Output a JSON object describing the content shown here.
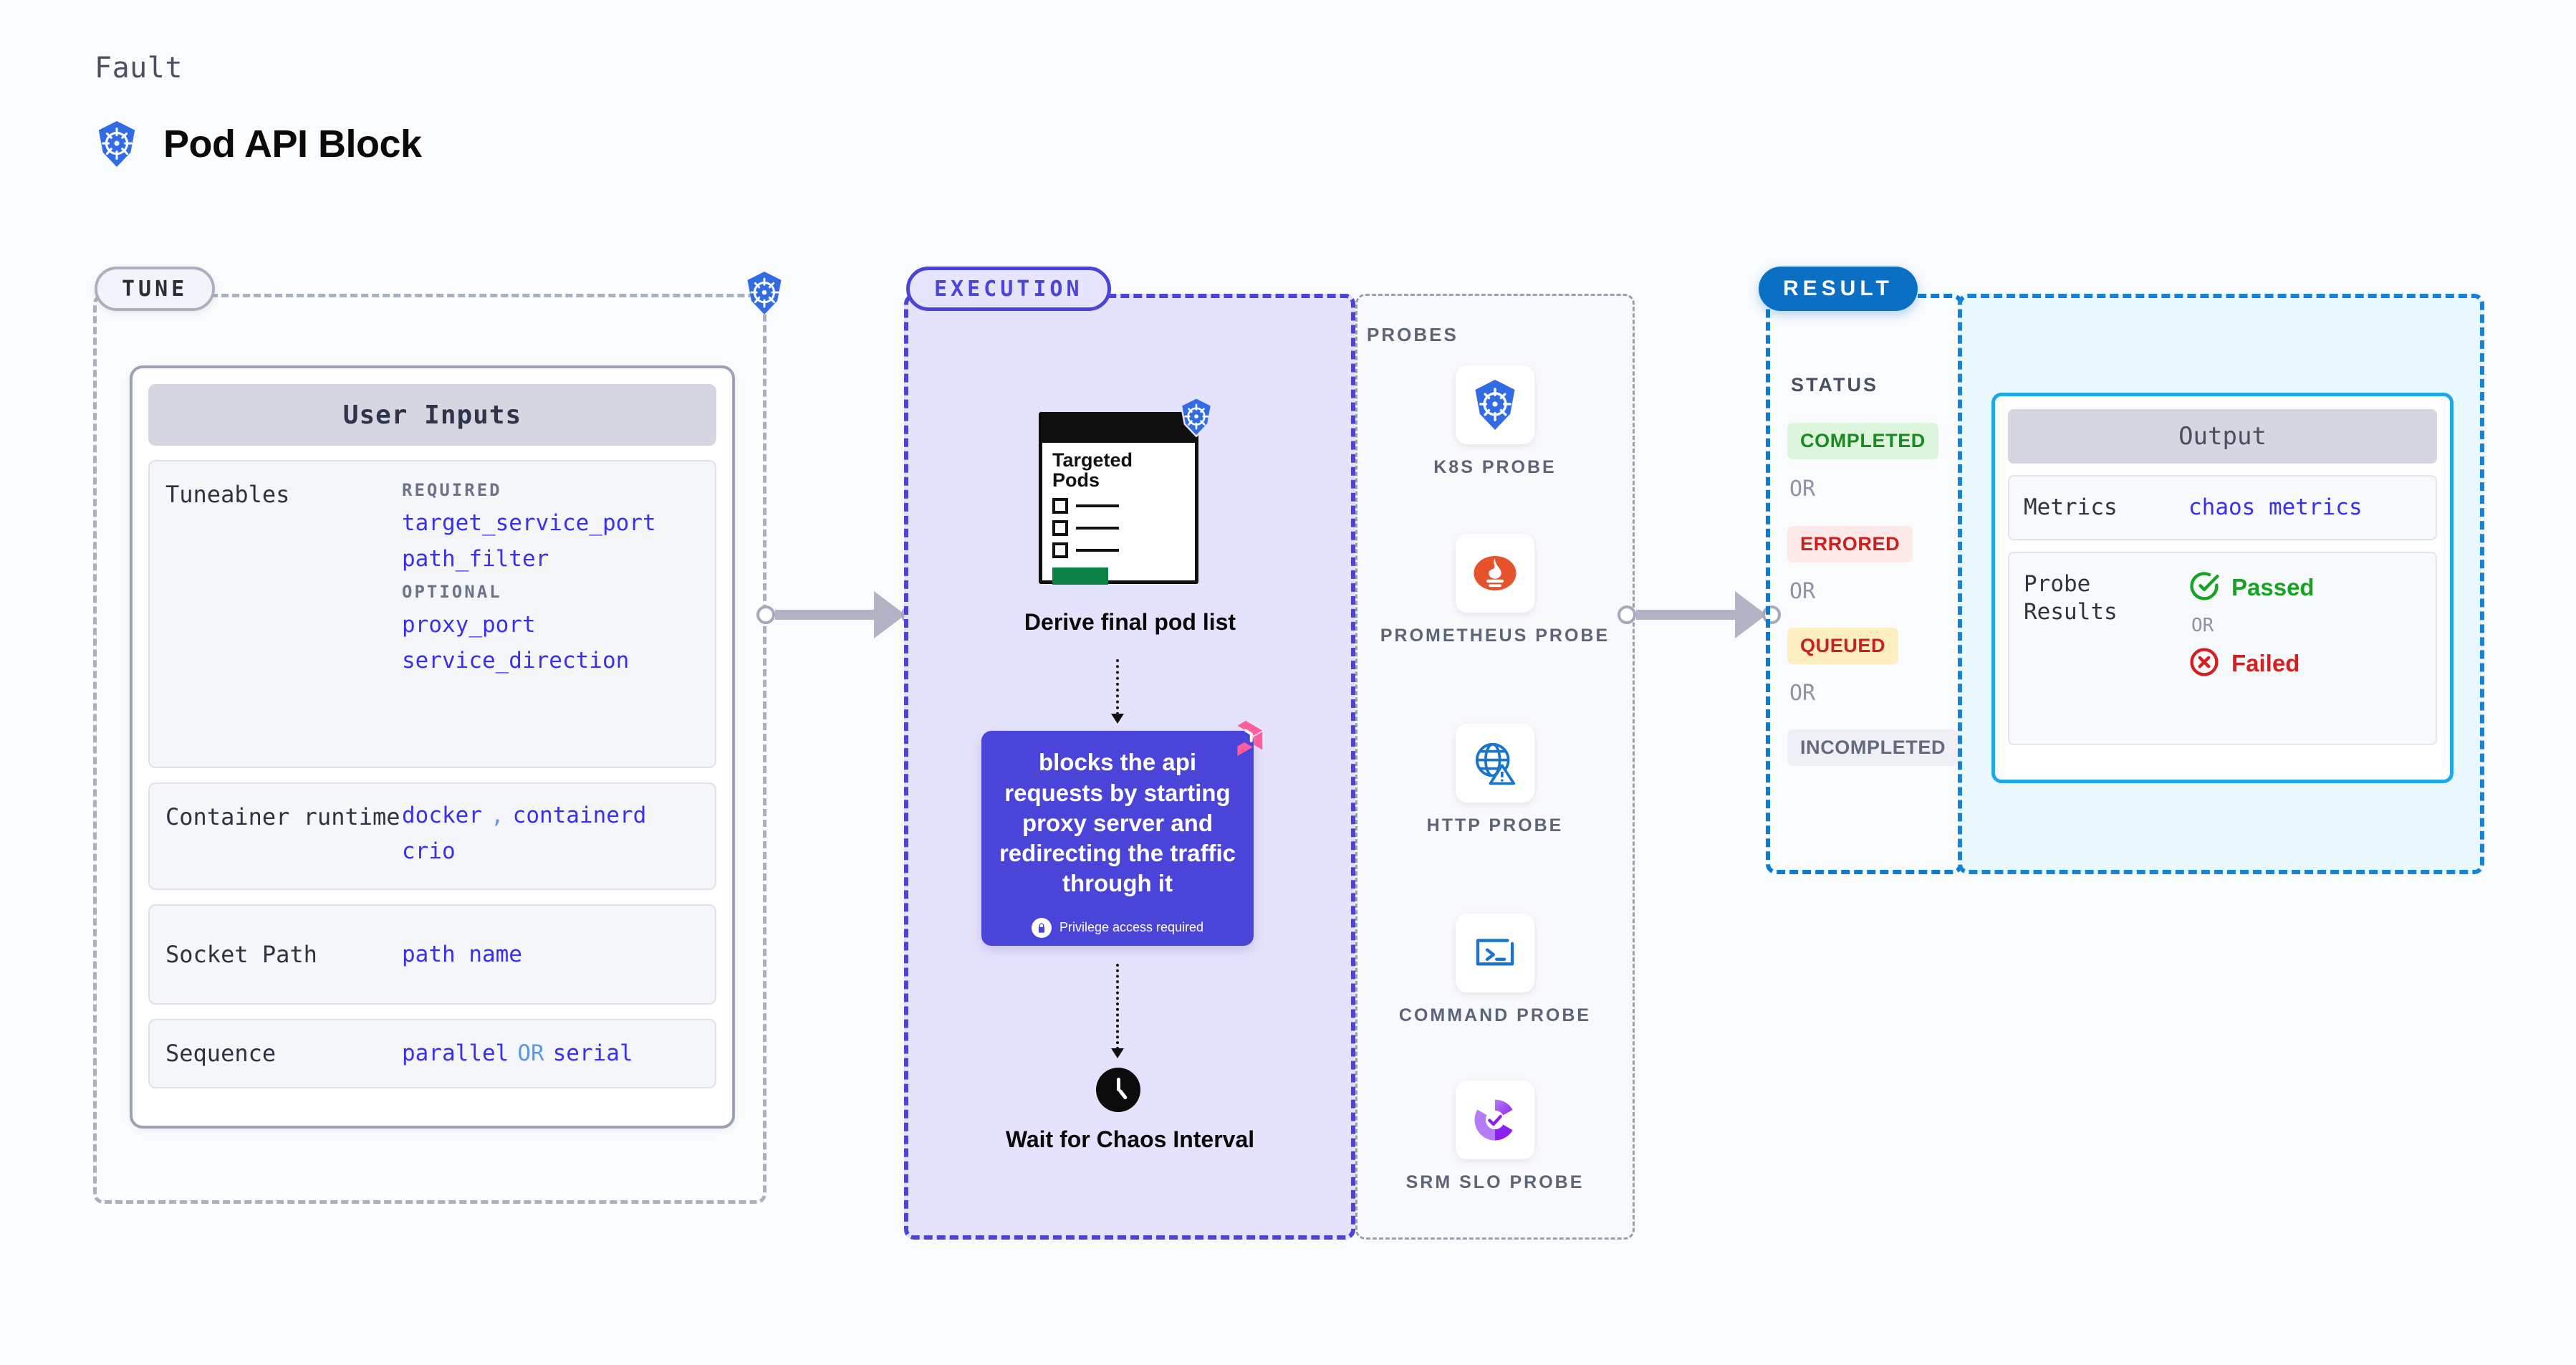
{
  "header": {
    "kicker": "Fault",
    "title": "Pod API Block",
    "icon": "kubernetes-icon"
  },
  "tune": {
    "label": "TUNE",
    "card_title": "User Inputs",
    "rows": [
      {
        "key": "Tuneables",
        "groups": [
          {
            "label": "REQUIRED",
            "values": [
              "target_service_port",
              "path_filter"
            ]
          },
          {
            "label": "OPTIONAL",
            "values": [
              "proxy_port",
              "service_direction"
            ]
          }
        ]
      },
      {
        "key": "Container runtime",
        "inline": [
          "docker",
          ",",
          "containerd"
        ],
        "values": [
          "crio"
        ]
      },
      {
        "key": "Socket Path",
        "values": [
          "path name"
        ]
      },
      {
        "key": "Sequence",
        "inline": [
          "parallel",
          "OR",
          "serial"
        ]
      }
    ]
  },
  "execution": {
    "label": "EXECUTION",
    "pods_card": {
      "title": "Targeted Pods",
      "icon": "kubernetes-icon",
      "items": 3
    },
    "derive_caption": "Derive final pod list",
    "fault_card": {
      "text": "blocks the api requests by starting proxy server and redirecting the traffic through it",
      "privilege_note": "Privilege access required",
      "logo": "litmuschaos-logo",
      "color": "#4b44d9"
    },
    "wait_caption": "Wait for Chaos Interval",
    "wait_icon": "clock-icon"
  },
  "probes": {
    "title": "PROBES",
    "items": [
      {
        "label": "K8S PROBE",
        "icon": "kubernetes-icon"
      },
      {
        "label": "PROMETHEUS PROBE",
        "icon": "prometheus-icon"
      },
      {
        "label": "HTTP PROBE",
        "icon": "globe-warning-icon"
      },
      {
        "label": "COMMAND PROBE",
        "icon": "terminal-icon"
      },
      {
        "label": "SRM SLO PROBE",
        "icon": "srm-slo-icon"
      }
    ]
  },
  "result": {
    "label": "RESULT",
    "status_title": "STATUS",
    "or_text": "OR",
    "statuses": [
      {
        "text": "COMPLETED",
        "bg": "#dcf5dc",
        "color": "#1a8a22"
      },
      {
        "text": "ERRORED",
        "bg": "#fdeae8",
        "color": "#cc2020"
      },
      {
        "text": "QUEUED",
        "bg": "#fdeec2",
        "color": "#cc2020"
      },
      {
        "text": "INCOMPLETED",
        "bg": "#eef0f5",
        "color": "#626a80"
      }
    ]
  },
  "output": {
    "card_title": "Output",
    "metrics_key": "Metrics",
    "metrics_value": "chaos metrics",
    "probe_results_key": "Probe Results",
    "passed": "Passed",
    "or_text": "OR",
    "failed": "Failed",
    "accent": "#1fa8e8"
  }
}
